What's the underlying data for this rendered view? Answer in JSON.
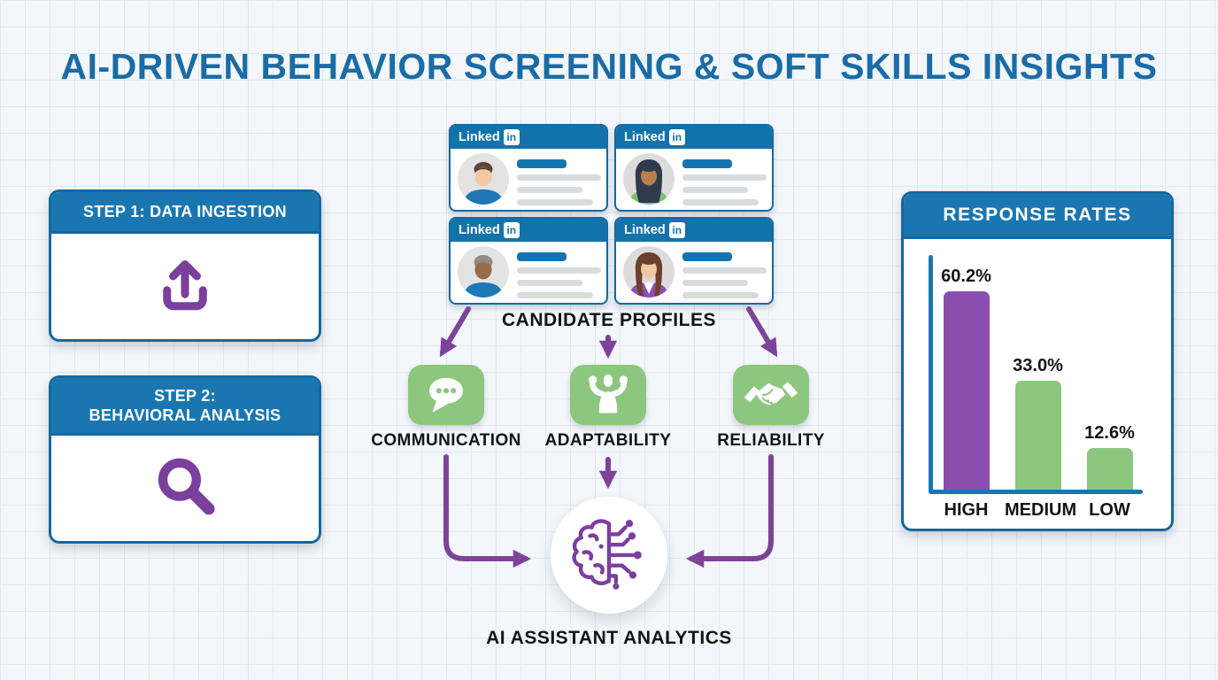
{
  "page_title": "AI-DRIVEN BEHAVIOR SCREENING & SOFT SKILLS INSIGHTS",
  "colors": {
    "title_blue": "#1a6ca6",
    "panel_header_blue": "#1a76b0",
    "panel_border_blue": "#16679f",
    "icon_purple": "#7b3f9e",
    "arrow_purple": "#7d4399",
    "tile_green": "#8dc67e",
    "bar_purple": "#8a4fae",
    "text_dark": "#141414",
    "background": "#f3f6fa"
  },
  "step1": {
    "label": "STEP 1: DATA INGESTION",
    "icon": "upload-icon"
  },
  "step2": {
    "line1": "STEP 2:",
    "line2": "BEHAVIORAL ANALYSIS",
    "icon": "magnifier-icon"
  },
  "profiles": {
    "label": "CANDIDATE PROFILES",
    "brand": "Linked",
    "badge": "in",
    "cards": [
      {
        "avatar": "young-man-blue-shirt-avatar"
      },
      {
        "avatar": "woman-green-top-avatar"
      },
      {
        "avatar": "older-man-blue-shirt-avatar"
      },
      {
        "avatar": "woman-purple-top-avatar"
      }
    ]
  },
  "skills": [
    {
      "label": "COMMUNICATION",
      "icon": "speech-bubble-icon"
    },
    {
      "label": "ADAPTABILITY",
      "icon": "flexed-arms-icon"
    },
    {
      "label": "RELIABILITY",
      "icon": "handshake-icon"
    }
  ],
  "ai": {
    "label": "AI ASSISTANT ANALYTICS",
    "icon": "brain-circuit-icon"
  },
  "chart_data": {
    "type": "bar",
    "title": "RESPONSE RATES",
    "categories": [
      "HIGH",
      "MEDIUM",
      "LOW"
    ],
    "values": [
      60.2,
      33.0,
      12.6
    ],
    "value_labels": [
      "60.2%",
      "33.0%",
      "12.6%"
    ],
    "bar_colors": [
      "#8a4fae",
      "#8dc67e",
      "#8dc67e"
    ],
    "ylim": [
      0,
      70
    ],
    "xlabel": "",
    "ylabel": "",
    "legend": false,
    "grid": false
  }
}
